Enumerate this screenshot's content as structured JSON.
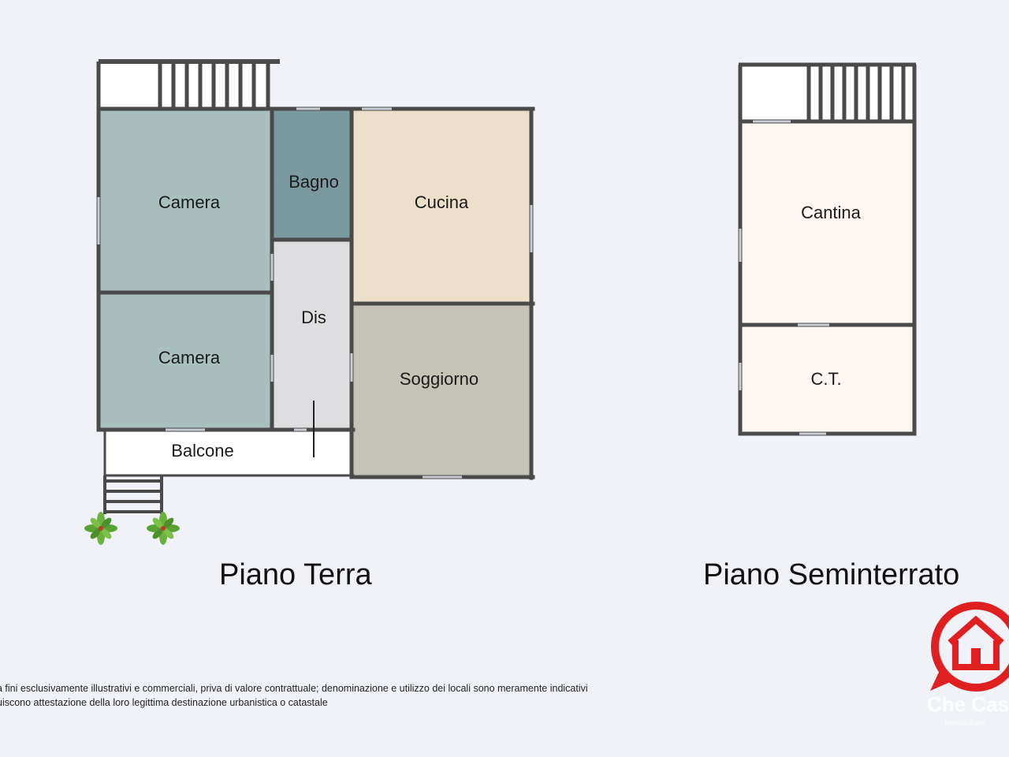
{
  "floors": {
    "ground": {
      "title": "Piano Terra",
      "rooms": {
        "camera_top": "Camera",
        "camera_bottom": "Camera",
        "bagno": "Bagno",
        "dis": "Dis",
        "cucina": "Cucina",
        "soggiorno": "Soggiorno",
        "balcone": "Balcone"
      }
    },
    "basement": {
      "title": "Piano Seminterrato",
      "rooms": {
        "cantina": "Cantina",
        "ct": "C.T."
      }
    }
  },
  "disclaimer": {
    "line1": "a fini esclusivamente illustrativi e commerciali, priva di valore contrattuale; denominazione e utilizzo dei locali sono meramente indicativi",
    "line2": "uiscono attestazione della loro legittima destinazione urbanistica o catastale"
  },
  "logo": {
    "text": "Che Cas",
    "subtext": "Immobiliare"
  },
  "colors": {
    "camera": "#a9bfbe",
    "bagno": "#7a9aa0",
    "dis": "#dedde0",
    "cucina": "#ece0cb",
    "soggiorno": "#c5c2b8",
    "cantina": "#fdf6f1",
    "wall": "#4a4a4a",
    "logo_red": "#e02020"
  }
}
